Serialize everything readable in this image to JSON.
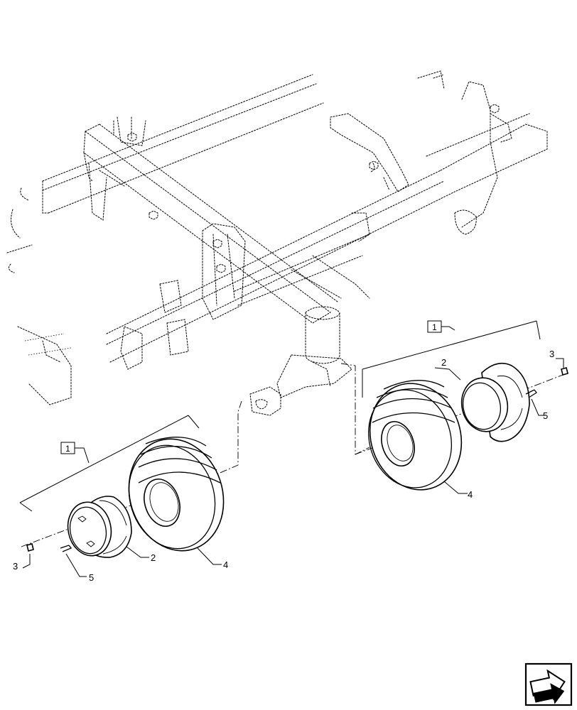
{
  "callouts": {
    "assembly_right": "1",
    "assembly_left": "1",
    "rim_right": "2",
    "rim_left": "2",
    "bolt_right": "3",
    "bolt_left": "3",
    "tire_right": "4",
    "tire_left": "4",
    "valve_right": "5",
    "valve_left": "5"
  },
  "icons": {
    "navigation": "next-page-arrow-icon"
  }
}
